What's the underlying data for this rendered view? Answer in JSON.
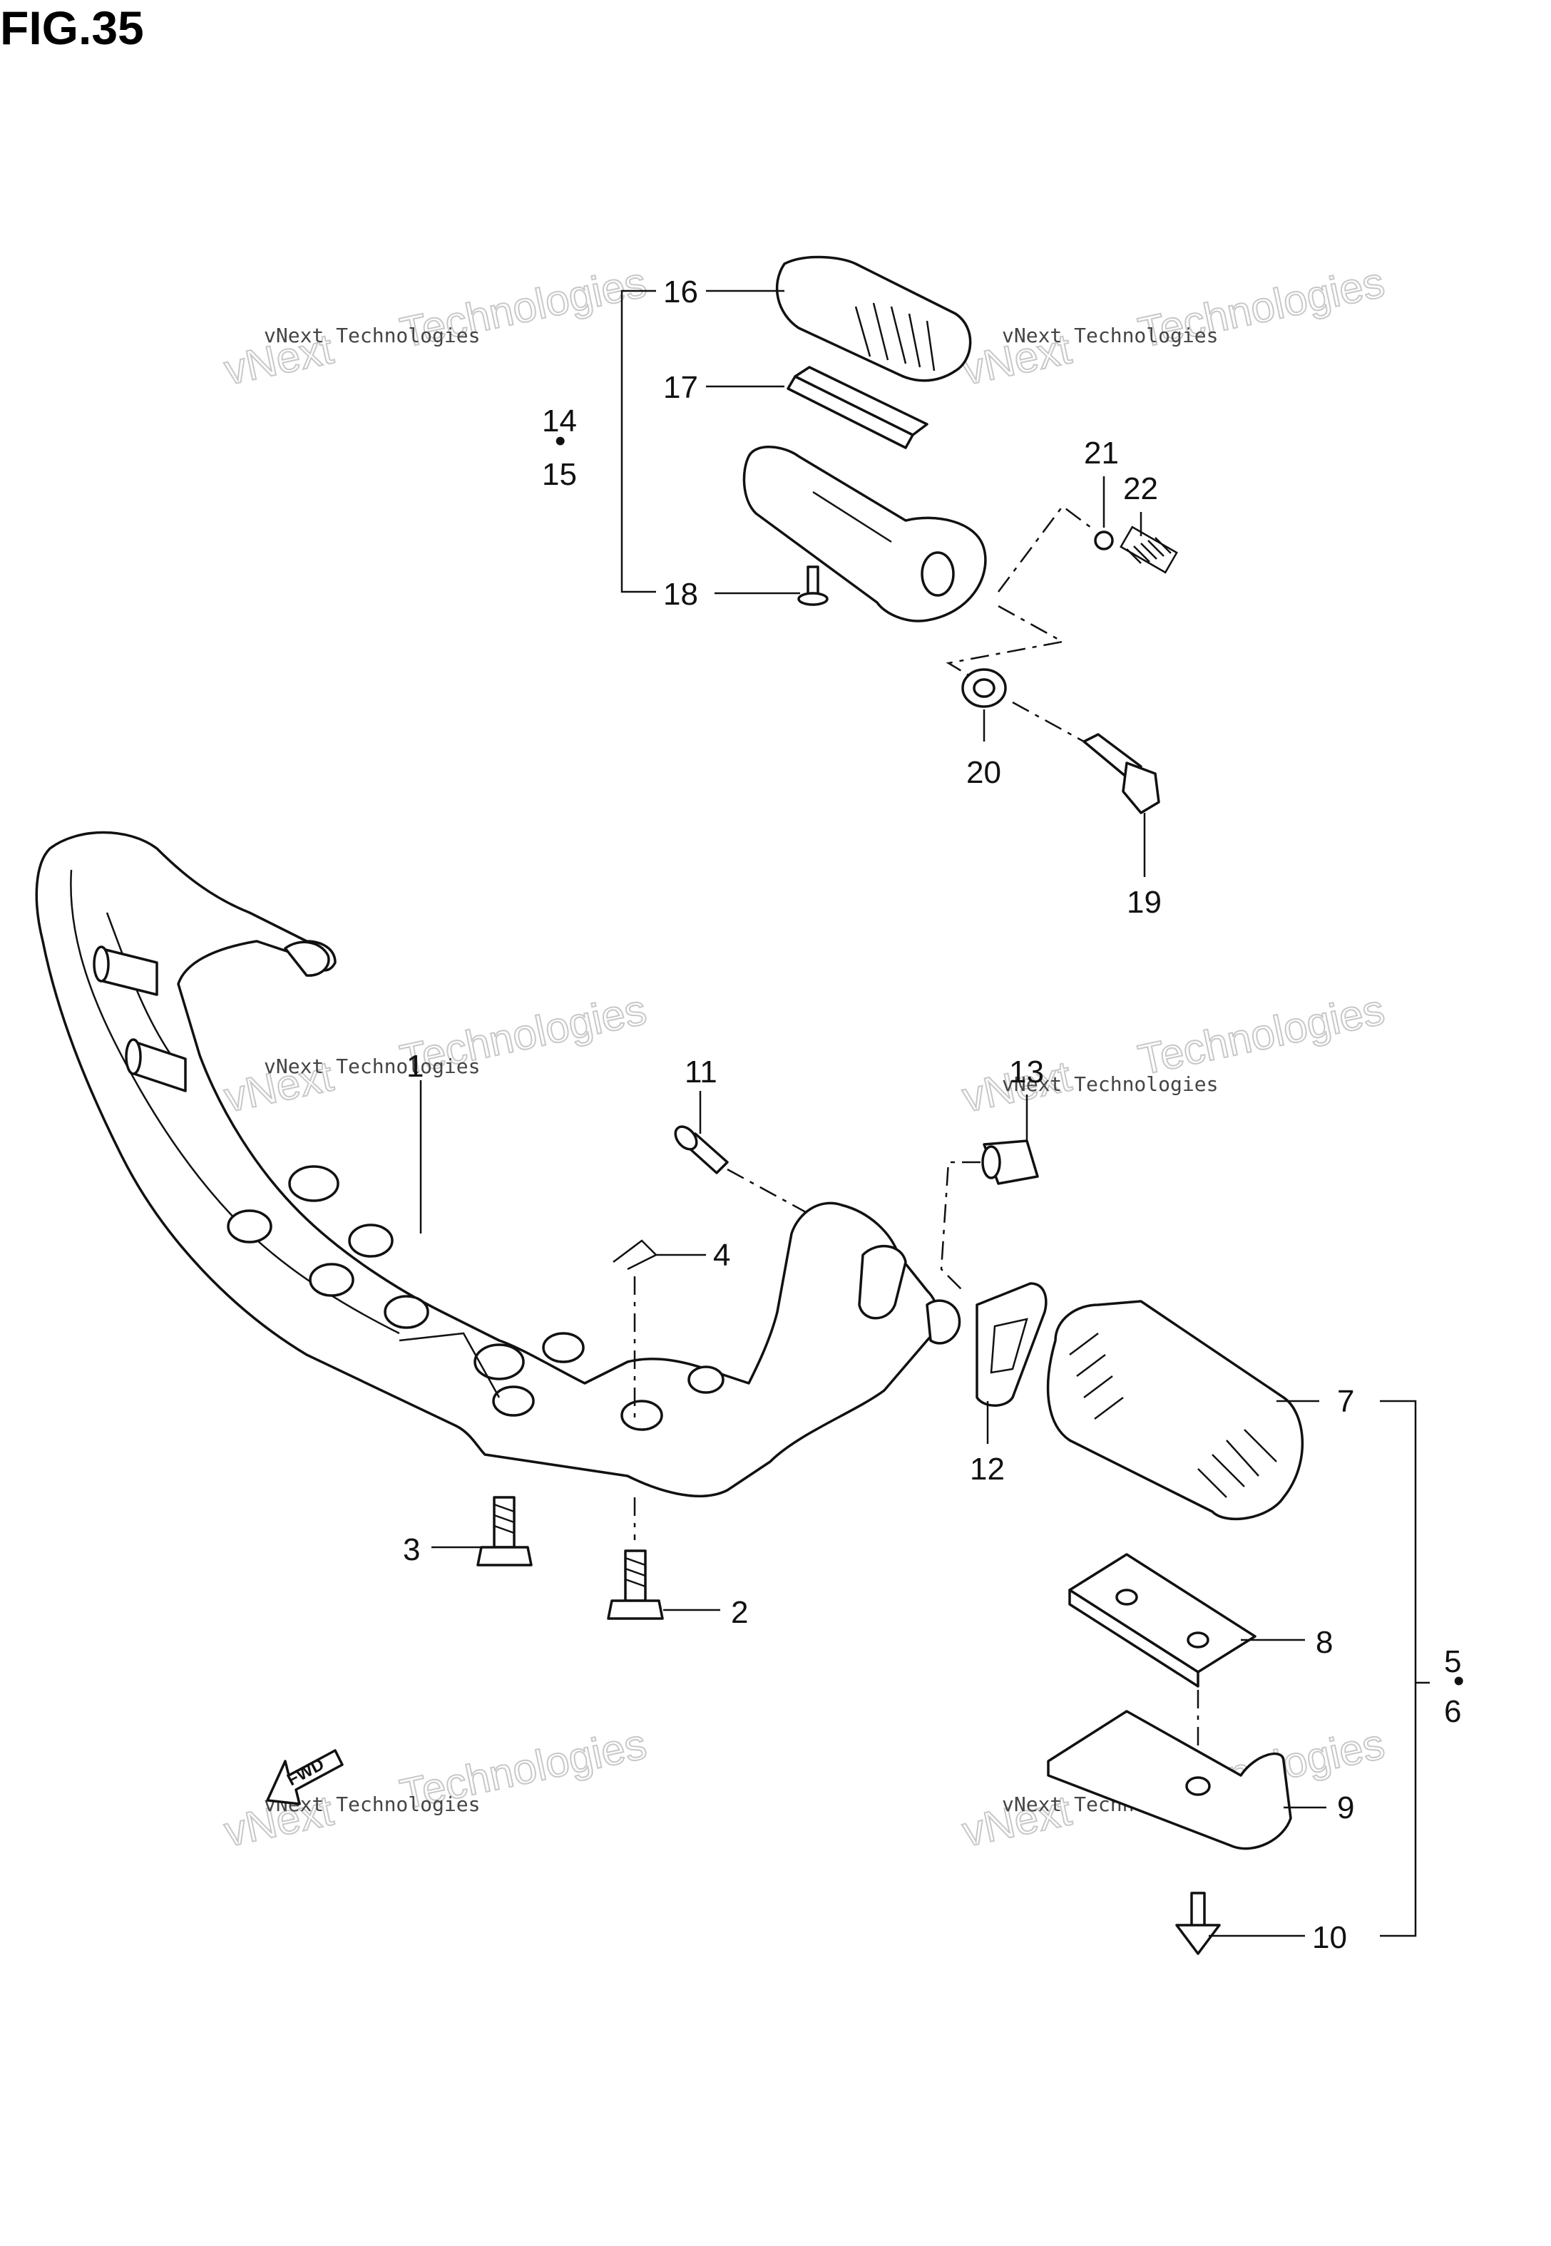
{
  "figure": {
    "title": "FIG.35"
  },
  "watermark": {
    "small": "vNext Technologies",
    "big": "vNext      Technologies"
  },
  "fwd_label": "FWD",
  "callouts": {
    "c1": "1",
    "c2": "2",
    "c3": "3",
    "c4": "4",
    "c5": "5",
    "c6": "6",
    "c7": "7",
    "c8": "8",
    "c9": "9",
    "c10": "10",
    "c11": "11",
    "c12": "12",
    "c13": "13",
    "c14": "14",
    "c15": "15",
    "c16": "16",
    "c17": "17",
    "c18": "18",
    "c19": "19",
    "c20": "20",
    "c21": "21",
    "c22": "22"
  },
  "dot": "•"
}
